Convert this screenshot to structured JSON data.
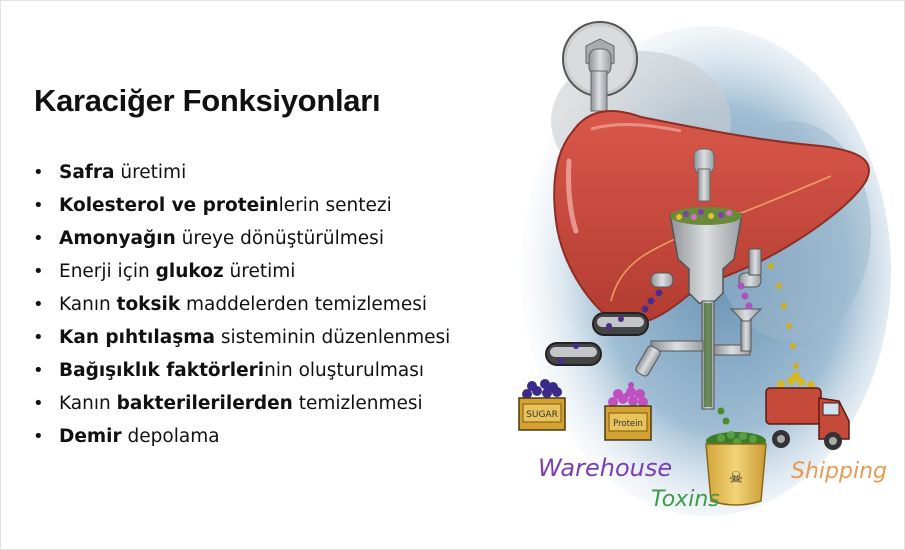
{
  "slide": {
    "title": "Karaciğer Fonksiyonları",
    "bullets": [
      {
        "bold": "Safra",
        "rest": " üretimi",
        "pre": ""
      },
      {
        "pre": "",
        "bold": "Kolesterol ve protein",
        "rest": "lerin sentezi"
      },
      {
        "pre": "",
        "bold": "Amonyağın",
        "rest": " üreye dönüştürülmesi"
      },
      {
        "pre": "Enerji için ",
        "bold": "glukoz",
        "rest": " üretimi"
      },
      {
        "pre": "Kanın ",
        "bold": "toksik",
        "rest": " maddelerden temizlemesi"
      },
      {
        "pre": "",
        "bold": "Kan pıhtılaşma",
        "rest": " sisteminin düzenlenmesi"
      },
      {
        "pre": "",
        "bold": "Bağışıklık faktörleri",
        "rest": "nin oluşturulması"
      },
      {
        "pre": "Kanın ",
        "bold": "bakterilerilerden",
        "rest": " temizlenmesi"
      },
      {
        "pre": "",
        "bold": "Demir",
        "rest": " depolama"
      }
    ],
    "bullet_glyph": "•"
  },
  "illustration": {
    "labels": {
      "sugar_box": "SUGAR",
      "protein_box": "Protein",
      "warehouse": "Warehouse",
      "toxins": "Toxins",
      "shipping": "Shipping"
    },
    "colors": {
      "liver": "#c8483c",
      "liver_dark": "#a8372e",
      "warehouse": "#7a3fb5",
      "toxins": "#3e9a4a",
      "shipping": "#e89a52",
      "metal": "#b9bcbf",
      "bg_splash": "#8fb2cc",
      "truck": "#c64a3a",
      "barrel": "#e8c25a"
    }
  }
}
